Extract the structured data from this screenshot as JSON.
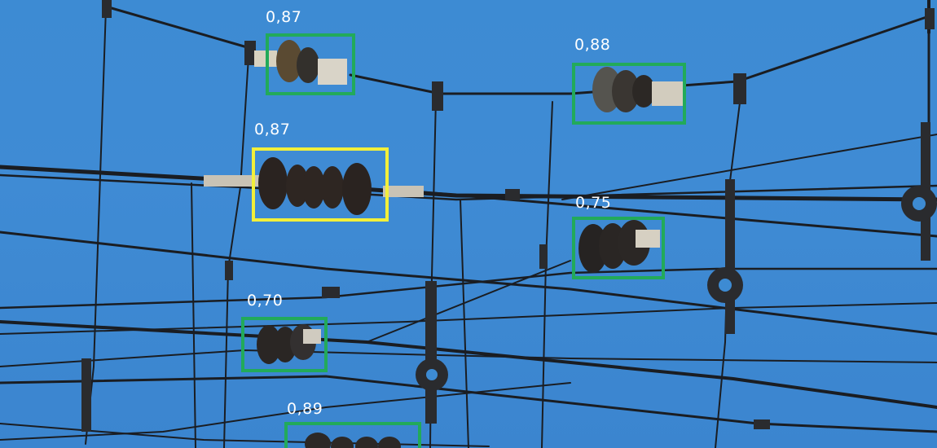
{
  "scene": "overhead catenary line insulators against blue sky",
  "colors": {
    "sky": "#3f8bd4",
    "box_high_confidence": "#22aa5a",
    "box_highlight": "#f2ef3a",
    "label_text": "#ffffff"
  },
  "detections": [
    {
      "id": "det-1",
      "score": "0,87",
      "box_color": "green"
    },
    {
      "id": "det-2",
      "score": "0,88",
      "box_color": "green"
    },
    {
      "id": "det-3",
      "score": "0,87",
      "box_color": "yellow"
    },
    {
      "id": "det-4",
      "score": "0,75",
      "box_color": "green"
    },
    {
      "id": "det-5",
      "score": "0,70",
      "box_color": "green"
    },
    {
      "id": "det-6",
      "score": "0,89",
      "box_color": "green"
    }
  ]
}
